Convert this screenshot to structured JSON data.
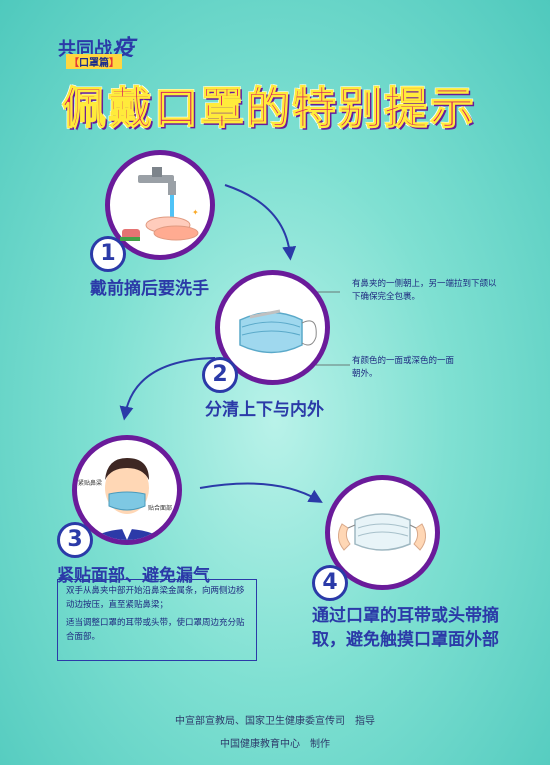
{
  "header": {
    "series_prefix": "共同战",
    "series_char": "疫",
    "tag": "口罩篇",
    "title": "佩戴口罩的特别提示"
  },
  "steps": [
    {
      "num": "1",
      "title": "戴前摘后要洗手"
    },
    {
      "num": "2",
      "title": "分清上下与内外",
      "note1": "有鼻夹的一侧朝上，另一端拉到下颌以下确保完全包裹。",
      "note2": "有颜色的一面或深色的一面朝外。"
    },
    {
      "num": "3",
      "title": "紧贴面部、避免漏气",
      "label_nose": "紧贴鼻梁",
      "label_face": "贴合面部",
      "box1": "双手从鼻夹中部开始沿鼻梁金属条，向两侧边移动边按压，直至紧贴鼻梁；",
      "box2": "适当调整口罩的耳带或头带，使口罩周边充分贴合面部。"
    },
    {
      "num": "4",
      "title": "通过口罩的耳带或头带摘取，避免触摸口罩面外部"
    }
  ],
  "footer": {
    "line1": "中宣部宣教局、国家卫生健康委宣传司　指导",
    "line2": "中国健康教育中心　制作"
  }
}
